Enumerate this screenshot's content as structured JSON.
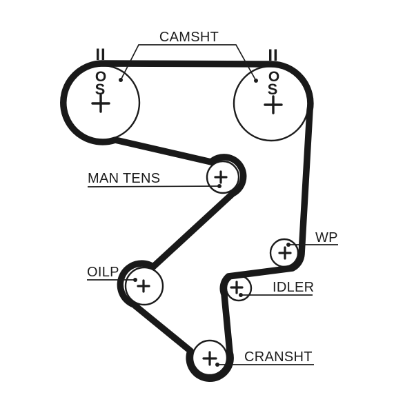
{
  "colors": {
    "ink": "#1c1c1c",
    "belt": "#191919",
    "paper": "#ffffff"
  },
  "labels": {
    "camshaft": "CAMSHT",
    "manual_tensioner": "MAN TENS",
    "water_pump": "WP",
    "idler": "IDLER",
    "oil_pump": "OILP",
    "crankshaft": "CRANSHT"
  },
  "marks": {
    "timing": "II",
    "o": "O",
    "s": "S",
    "plus": "+"
  }
}
